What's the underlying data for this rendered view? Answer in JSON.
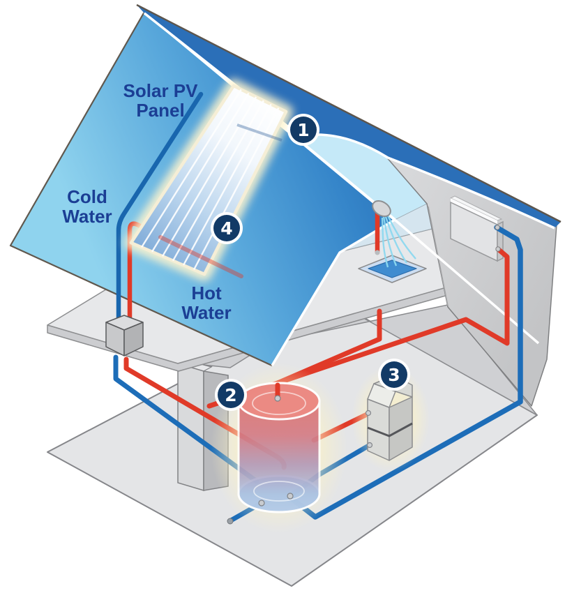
{
  "labels": {
    "solar_panel": {
      "line1": "Solar PV",
      "line2": "Panel"
    },
    "cold_water": {
      "line1": "Cold",
      "line2": "Water"
    },
    "hot_water": {
      "line1": "Hot",
      "line2": "Water"
    }
  },
  "badges": [
    {
      "number": "1"
    },
    {
      "number": "2"
    },
    {
      "number": "3"
    },
    {
      "number": "4"
    }
  ],
  "colors": {
    "hot_pipe": "#e03a28",
    "cold_pipe": "#1d6db8",
    "roof_face_light": "#8fd3ee",
    "roof_face_dark": "#2a72ba",
    "ridge_band": "#2b6fb8",
    "ceiling_blue": "#c5e9f8",
    "badge_fill": "#123a66",
    "badge_ring": "#ffffff",
    "label_text": "#1b3e94",
    "panel_frame_glow": "#f5eed6",
    "tank_hot": "#e2635a",
    "tank_cold": "#aac6e6",
    "wall_gray": "#d0d1d3",
    "floor_gray": "#e4e5e7"
  }
}
